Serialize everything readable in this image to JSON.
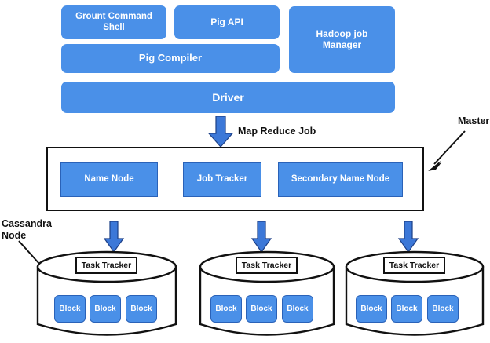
{
  "diagram": {
    "title": "Hadoop / Pig architecture with Cassandra nodes",
    "colors": {
      "box_blue": "#4a90e8",
      "arrow_blue": "#3c78d8",
      "arrow_blue_outline": "#1c3f87",
      "outline_black": "#111111",
      "background": "#ffffff"
    },
    "app_layer": {
      "ground_command_shell": "Grount Command\nShell",
      "pig_api": "Pig API",
      "hadoop_job_manager": "Hadoop job\nManager",
      "pig_compiler": "Pig Compiler",
      "driver": "Driver"
    },
    "flow_label": "Map Reduce Job",
    "annotations": {
      "master": "Master",
      "cassandra_node": "Cassandra\nNode"
    },
    "master_layer": {
      "name_node": "Name Node",
      "job_tracker": "Job Tracker",
      "secondary_name_node": "Secondary Name Node"
    },
    "nodes": [
      {
        "task_tracker": "Task Tracker",
        "blocks": [
          "Block",
          "Block",
          "Block"
        ]
      },
      {
        "task_tracker": "Task Tracker",
        "blocks": [
          "Block",
          "Block",
          "Block"
        ]
      },
      {
        "task_tracker": "Task Tracker",
        "blocks": [
          "Block",
          "Block",
          "Block"
        ]
      }
    ]
  }
}
